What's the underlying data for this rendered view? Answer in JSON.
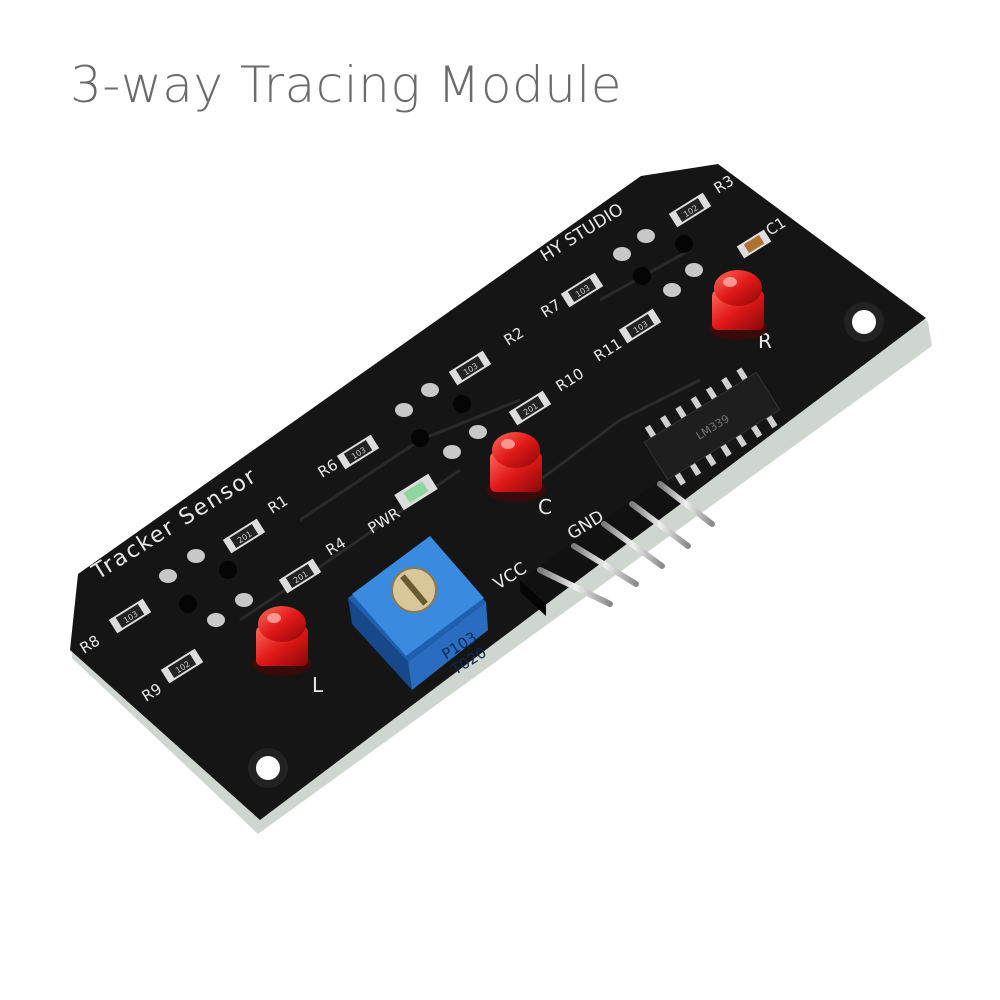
{
  "page": {
    "title": "3-way Tracing Module"
  },
  "board": {
    "brand": "HY STUDIO",
    "name": "Tracker Sensor",
    "led_labels": {
      "left": "L",
      "center": "C",
      "right": "R"
    },
    "power_label": "PWR",
    "pin_labels": {
      "vcc": "VCC",
      "gnd": "GND"
    },
    "resistor_labels": [
      "R1",
      "R2",
      "R3",
      "R4",
      "R6",
      "R7",
      "R8",
      "R9",
      "R10",
      "R11"
    ],
    "capacitor_label": "C1",
    "pot_marking": [
      "P103",
      "T020"
    ],
    "chip_marking": "LM339",
    "smd_codes": [
      "103",
      "201",
      "103",
      "102",
      "201",
      "103",
      "102",
      "201",
      "103"
    ],
    "colors": {
      "pcb": "#141414",
      "pcb_edge": "#2a2a2a",
      "led_red": "#e01818",
      "pot_blue": "#2f7fd6",
      "silkscreen": "#e8e8e8"
    }
  }
}
